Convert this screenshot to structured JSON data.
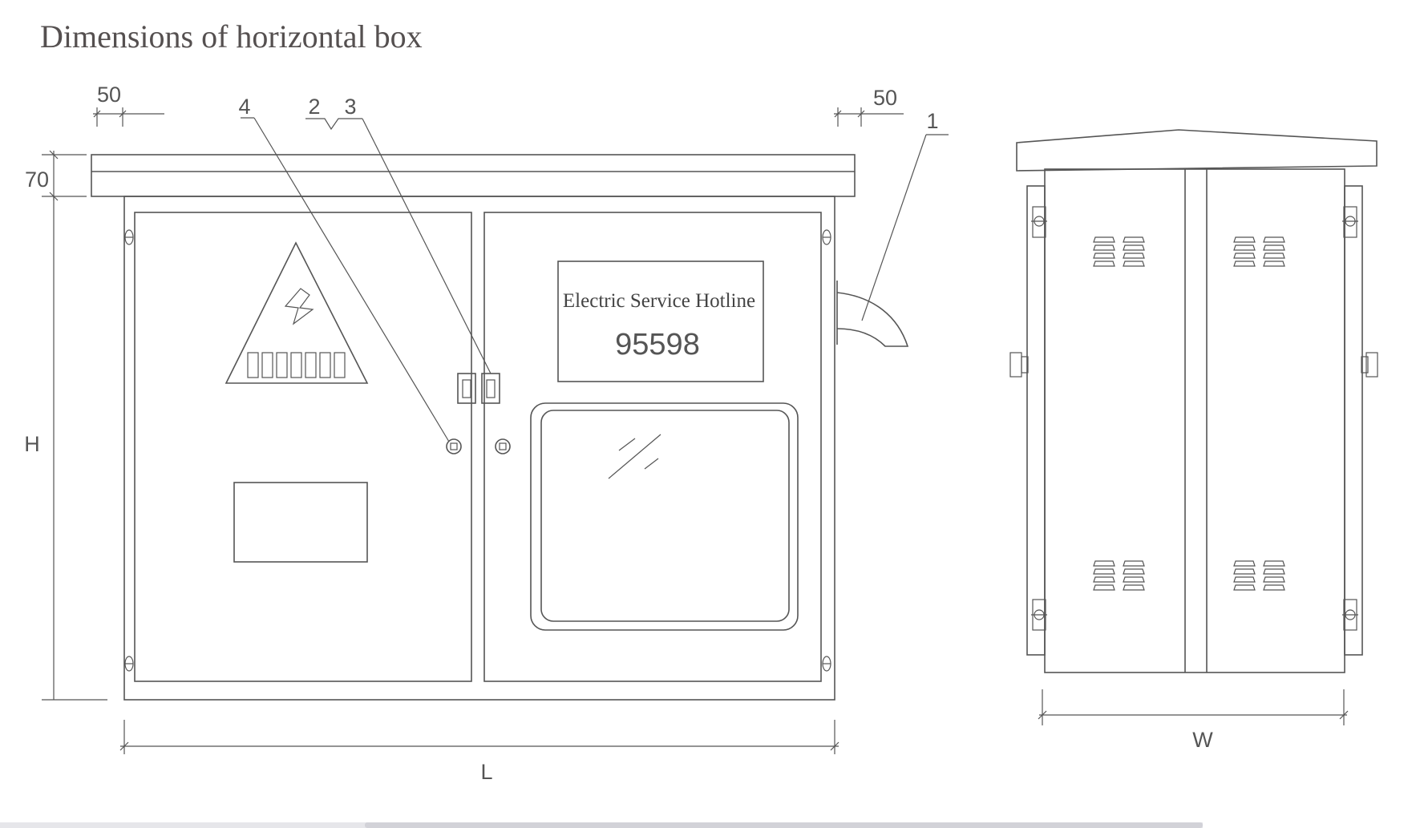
{
  "title": "Dimensions of horizontal box",
  "dimensions": {
    "top_left_offset": "50",
    "top_right_offset": "50",
    "roof_height": "70",
    "height": "H",
    "length": "L",
    "width": "W"
  },
  "callouts": [
    "1",
    "2",
    "3",
    "4"
  ],
  "sign": {
    "line1": "Electric Service Hotline",
    "line2": "95598"
  },
  "icons": {
    "warning": "high-voltage-warning-triangle-icon",
    "lightning": "lightning-bolt-icon",
    "vent": "louver-vent-icon",
    "lock": "door-lock-icon",
    "hinge": "door-hinge-icon"
  }
}
